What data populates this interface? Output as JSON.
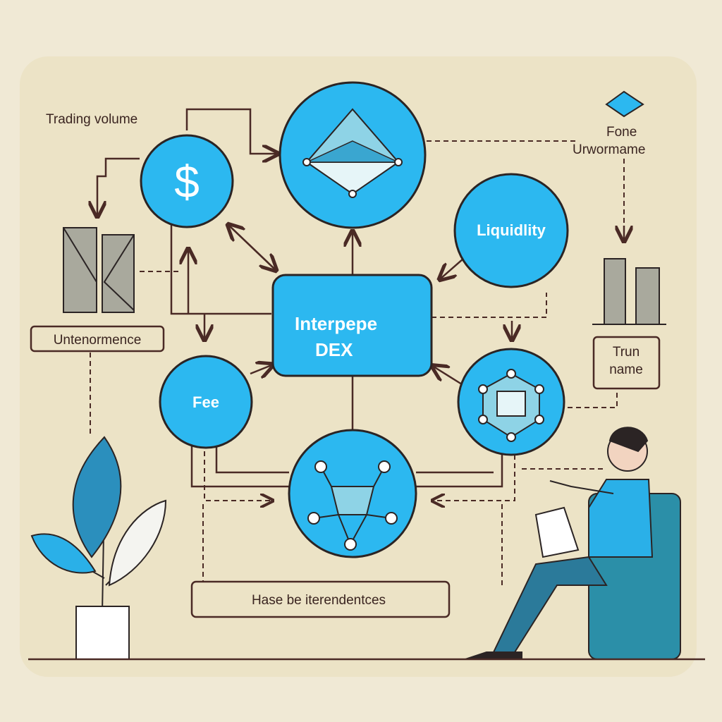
{
  "labels": {
    "trading_volume": "Trading volume",
    "fone": "Fone",
    "urwormame": "Urwormame",
    "liquidity": "Liquidlity",
    "center_line1": "Interpepe",
    "center_line2": "DEX",
    "fee": "Fee",
    "left_box": "Untenormence",
    "right_box_line1": "Trun",
    "right_box_line2": "name",
    "bottom_box": "Hase be iterendentces",
    "dollar": "$"
  },
  "colors": {
    "node": "#2cb8f0",
    "line": "#4a2a25",
    "background": "#ece3c6"
  }
}
